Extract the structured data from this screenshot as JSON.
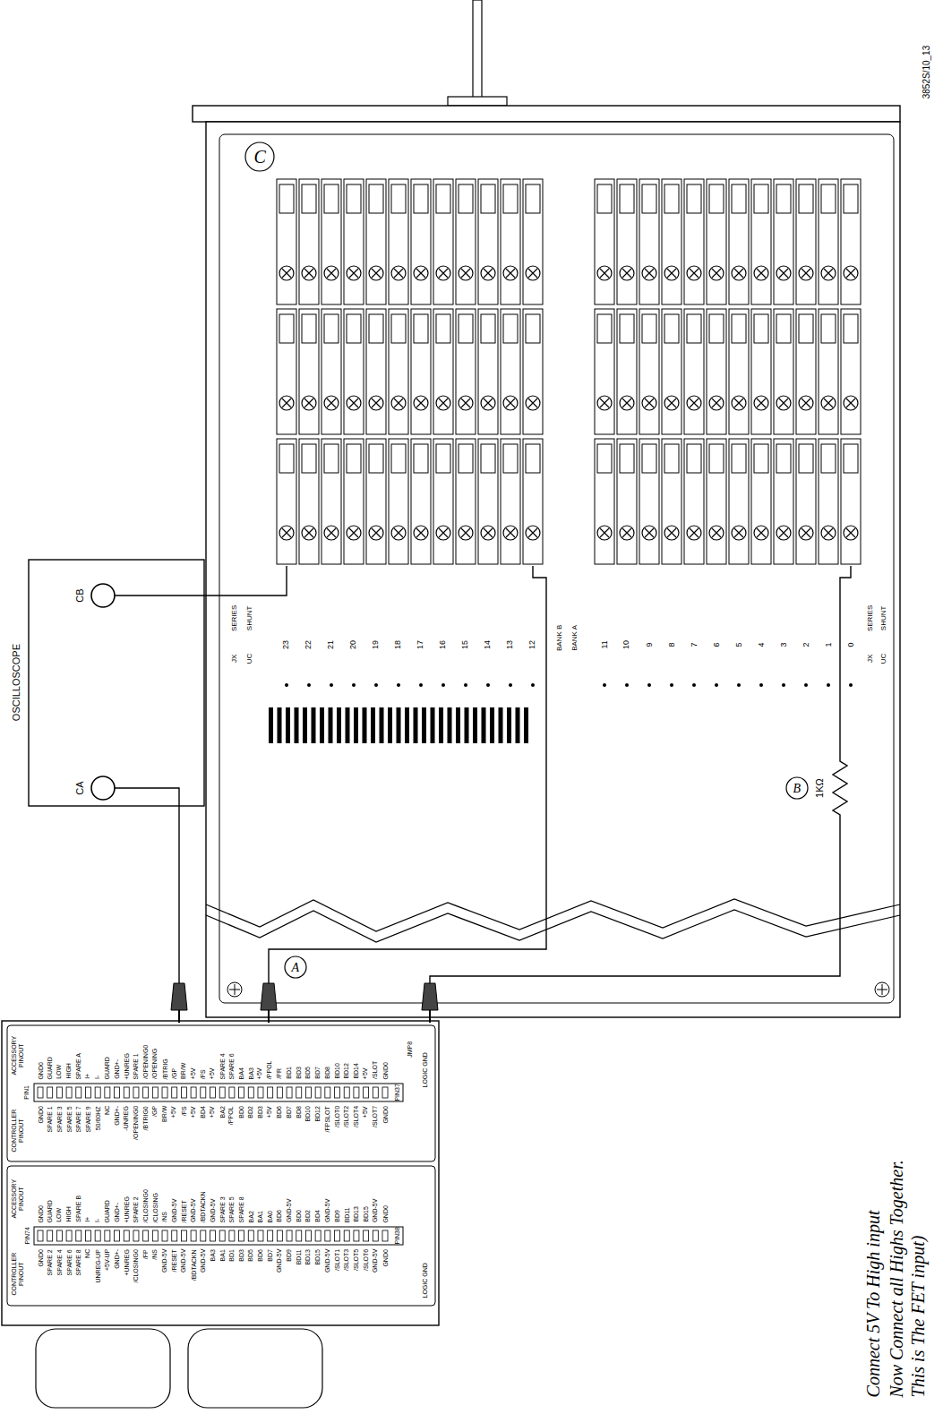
{
  "diagram": {
    "nodes": [
      {
        "text": [
          "OSCILLOSCOPE"
        ]
      },
      {
        "text": [
          "CA"
        ],
        "in": 0
      },
      {
        "text": [
          "CB"
        ],
        "in": 0
      }
    ],
    "labels": [
      "3852S/10_13",
      "C",
      "SERIES",
      "JX",
      "SHUNT",
      "UC",
      "23",
      "22",
      "21",
      "20",
      "19",
      "18",
      "17",
      "16",
      "15",
      "14",
      "13",
      "12",
      "BANK B",
      "BANK A",
      "11",
      "10",
      "9",
      "8",
      "7",
      "6",
      "5",
      "4",
      "3",
      "2",
      "1",
      "0",
      "SERIES",
      "JX",
      "SHUNT",
      "UC",
      "A",
      "1KΩ",
      "B",
      "JMP8",
      "LOGIC GND",
      "ACCESSORY PINOUT",
      "PIN1",
      "GND0",
      "GUARD",
      "LOW",
      "HIGH",
      "SPARE A",
      "I+",
      "I-",
      "GUARD",
      "GND+-",
      "+UNREG",
      "SPARE 1",
      "/OPENING0",
      "/OPENING",
      "/BTRIG",
      "/GP",
      "BR/W",
      "+5V",
      "/FS",
      "+5V",
      "SPARE 4",
      "SPARE 6",
      "BA4",
      "BA3",
      "+5V",
      "/PPOL",
      "/PR",
      "BD1",
      "BD3",
      "BD5",
      "BD7",
      "BD8",
      "BD10",
      "BD12",
      "BD14",
      "+5V",
      "/SLOT",
      "GND0",
      "CONTROLLER PINOUT",
      "GND0",
      "SPARE 1",
      "SPARE 3",
      "SPARE 5",
      "SPARE 7",
      "SPARE 9",
      "50/60HZ",
      "NC",
      "GND+-",
      "-UNREG",
      "/OPENING0",
      "/BTRIG0",
      "/GP",
      "BR/W",
      "+5V",
      "/FS",
      "+5V",
      "BD4",
      "+5V",
      "BA2",
      "/PPOL",
      "BD0",
      "BD2",
      "BD3",
      "+5V",
      "BD6",
      "BD7",
      "BD8",
      "BD10",
      "BD12",
      "/FPSLOT",
      "/SLOT0",
      "/SLOT2",
      "/SLOT4",
      "+5V",
      "/SLOT7",
      "GND0",
      "PIN37",
      "ACCESSORY PINOUT",
      "PIN74",
      "GND0",
      "GUARD",
      "LOW",
      "HIGH",
      "SPARE B",
      "I+",
      "I-",
      "GUARD",
      "GND+-",
      "+UNREG",
      "SPARE 2",
      "/CLOSING0",
      "/CLOSING",
      "/NS",
      "GND-5V",
      "/RESET",
      "GND-5V",
      "/BDTACKN",
      "GND-5V",
      "SPARE 3",
      "SPARE 5",
      "SPARE 8",
      "BA2",
      "BA1",
      "BA0",
      "BD6",
      "GND-5V",
      "BD0",
      "BD2",
      "BD4",
      "GND-5V",
      "BD9",
      "BD11",
      "BD13",
      "BD15",
      "GND-5V",
      "GND0",
      "CONTROLLER PINOUT",
      "GND0",
      "SPARE 2",
      "SPARE 4",
      "SPARE 6",
      "SPARE 8",
      "NC",
      "UNREG-UP",
      "+5V-UP",
      "GND+-",
      "+UNREG",
      "/CLOSING0",
      "/FP",
      "/NS",
      "GND-5V",
      "/RESET",
      "GND-5V",
      "/BDTACKN",
      "GND-5V",
      "BA3",
      "BA1",
      "BD1",
      "BD3",
      "BD5",
      "BD6",
      "BD7",
      "GND-5V",
      "BD9",
      "BD11",
      "BD13",
      "BD15",
      "GND-5V",
      "/SLOT1",
      "/SLOT3",
      "/SLOT5",
      "/SLOT6",
      "GND-5V",
      "GND0",
      "PIN38",
      "LOGIC GND",
      "Connect 5V To High input",
      "Now Connect all Highs Together.",
      "This is The FET input)"
    ]
  }
}
